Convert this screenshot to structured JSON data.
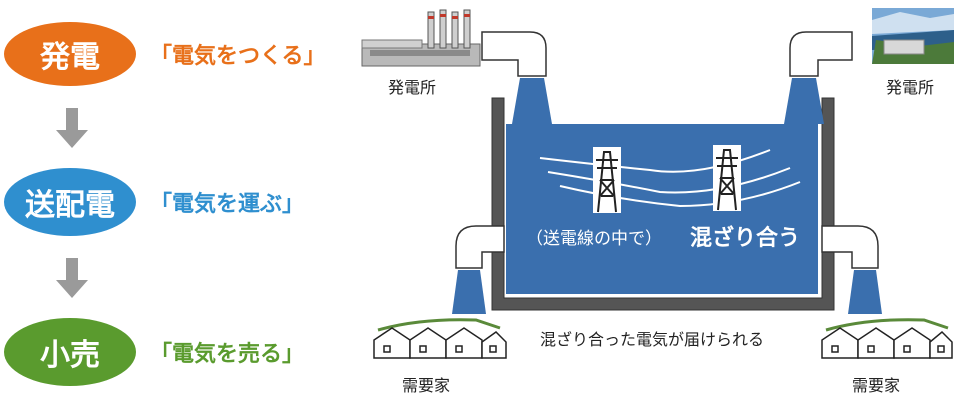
{
  "steps": [
    {
      "name": "発電",
      "label": "「電気をつくる」",
      "color": "#e8701a"
    },
    {
      "name": "送配電",
      "label": "「電気を運ぶ」",
      "color": "#2f8fcf"
    },
    {
      "name": "小売",
      "label": "「電気を売る」",
      "color": "#5a9b2e"
    }
  ],
  "diagram": {
    "plant_left_label": "発電所",
    "plant_right_label": "発電所",
    "consumer_left_label": "需要家",
    "consumer_right_label": "需要家",
    "pool_caption_paren": "（送電線の中で）",
    "pool_caption_bold": "混ざり合う",
    "delivered_caption": "混ざり合った電気が届けられる"
  },
  "colors": {
    "water": "#3a6fae",
    "tank": "#555555",
    "pipe": "#ffffff",
    "arrow": "#9a9a9a"
  }
}
